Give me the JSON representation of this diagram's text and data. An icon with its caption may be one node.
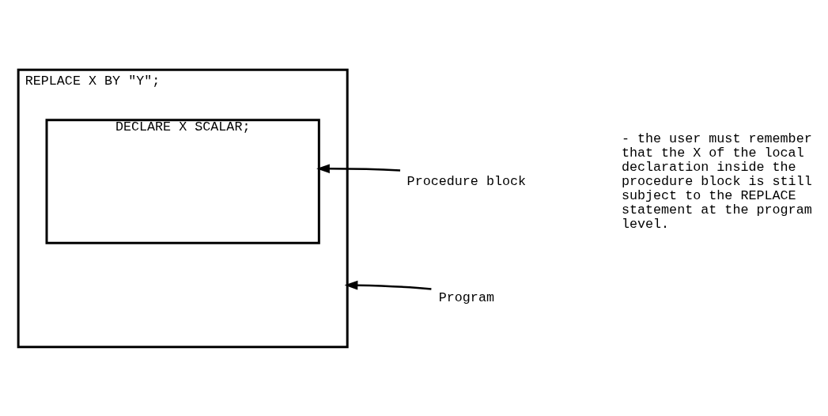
{
  "diagram": {
    "nodes": [
      {
        "text": [
          "REPLACE X BY \"Y\";"
        ]
      },
      {
        "text": [
          "DECLARE X SCALAR;"
        ],
        "in": 0
      },
      {
        "text": [
          "Program"
        ]
      },
      {
        "text": [
          "Procedure block"
        ]
      }
    ],
    "edges": [
      {
        "from": 2,
        "to": 0,
        "arrow": "to"
      },
      {
        "from": 3,
        "to": 1,
        "arrow": "to"
      }
    ],
    "labels": [
      "- the user must remember that the X of the local declaration inside the procedure block is still subject to the REPLACE statement at the program level."
    ]
  }
}
